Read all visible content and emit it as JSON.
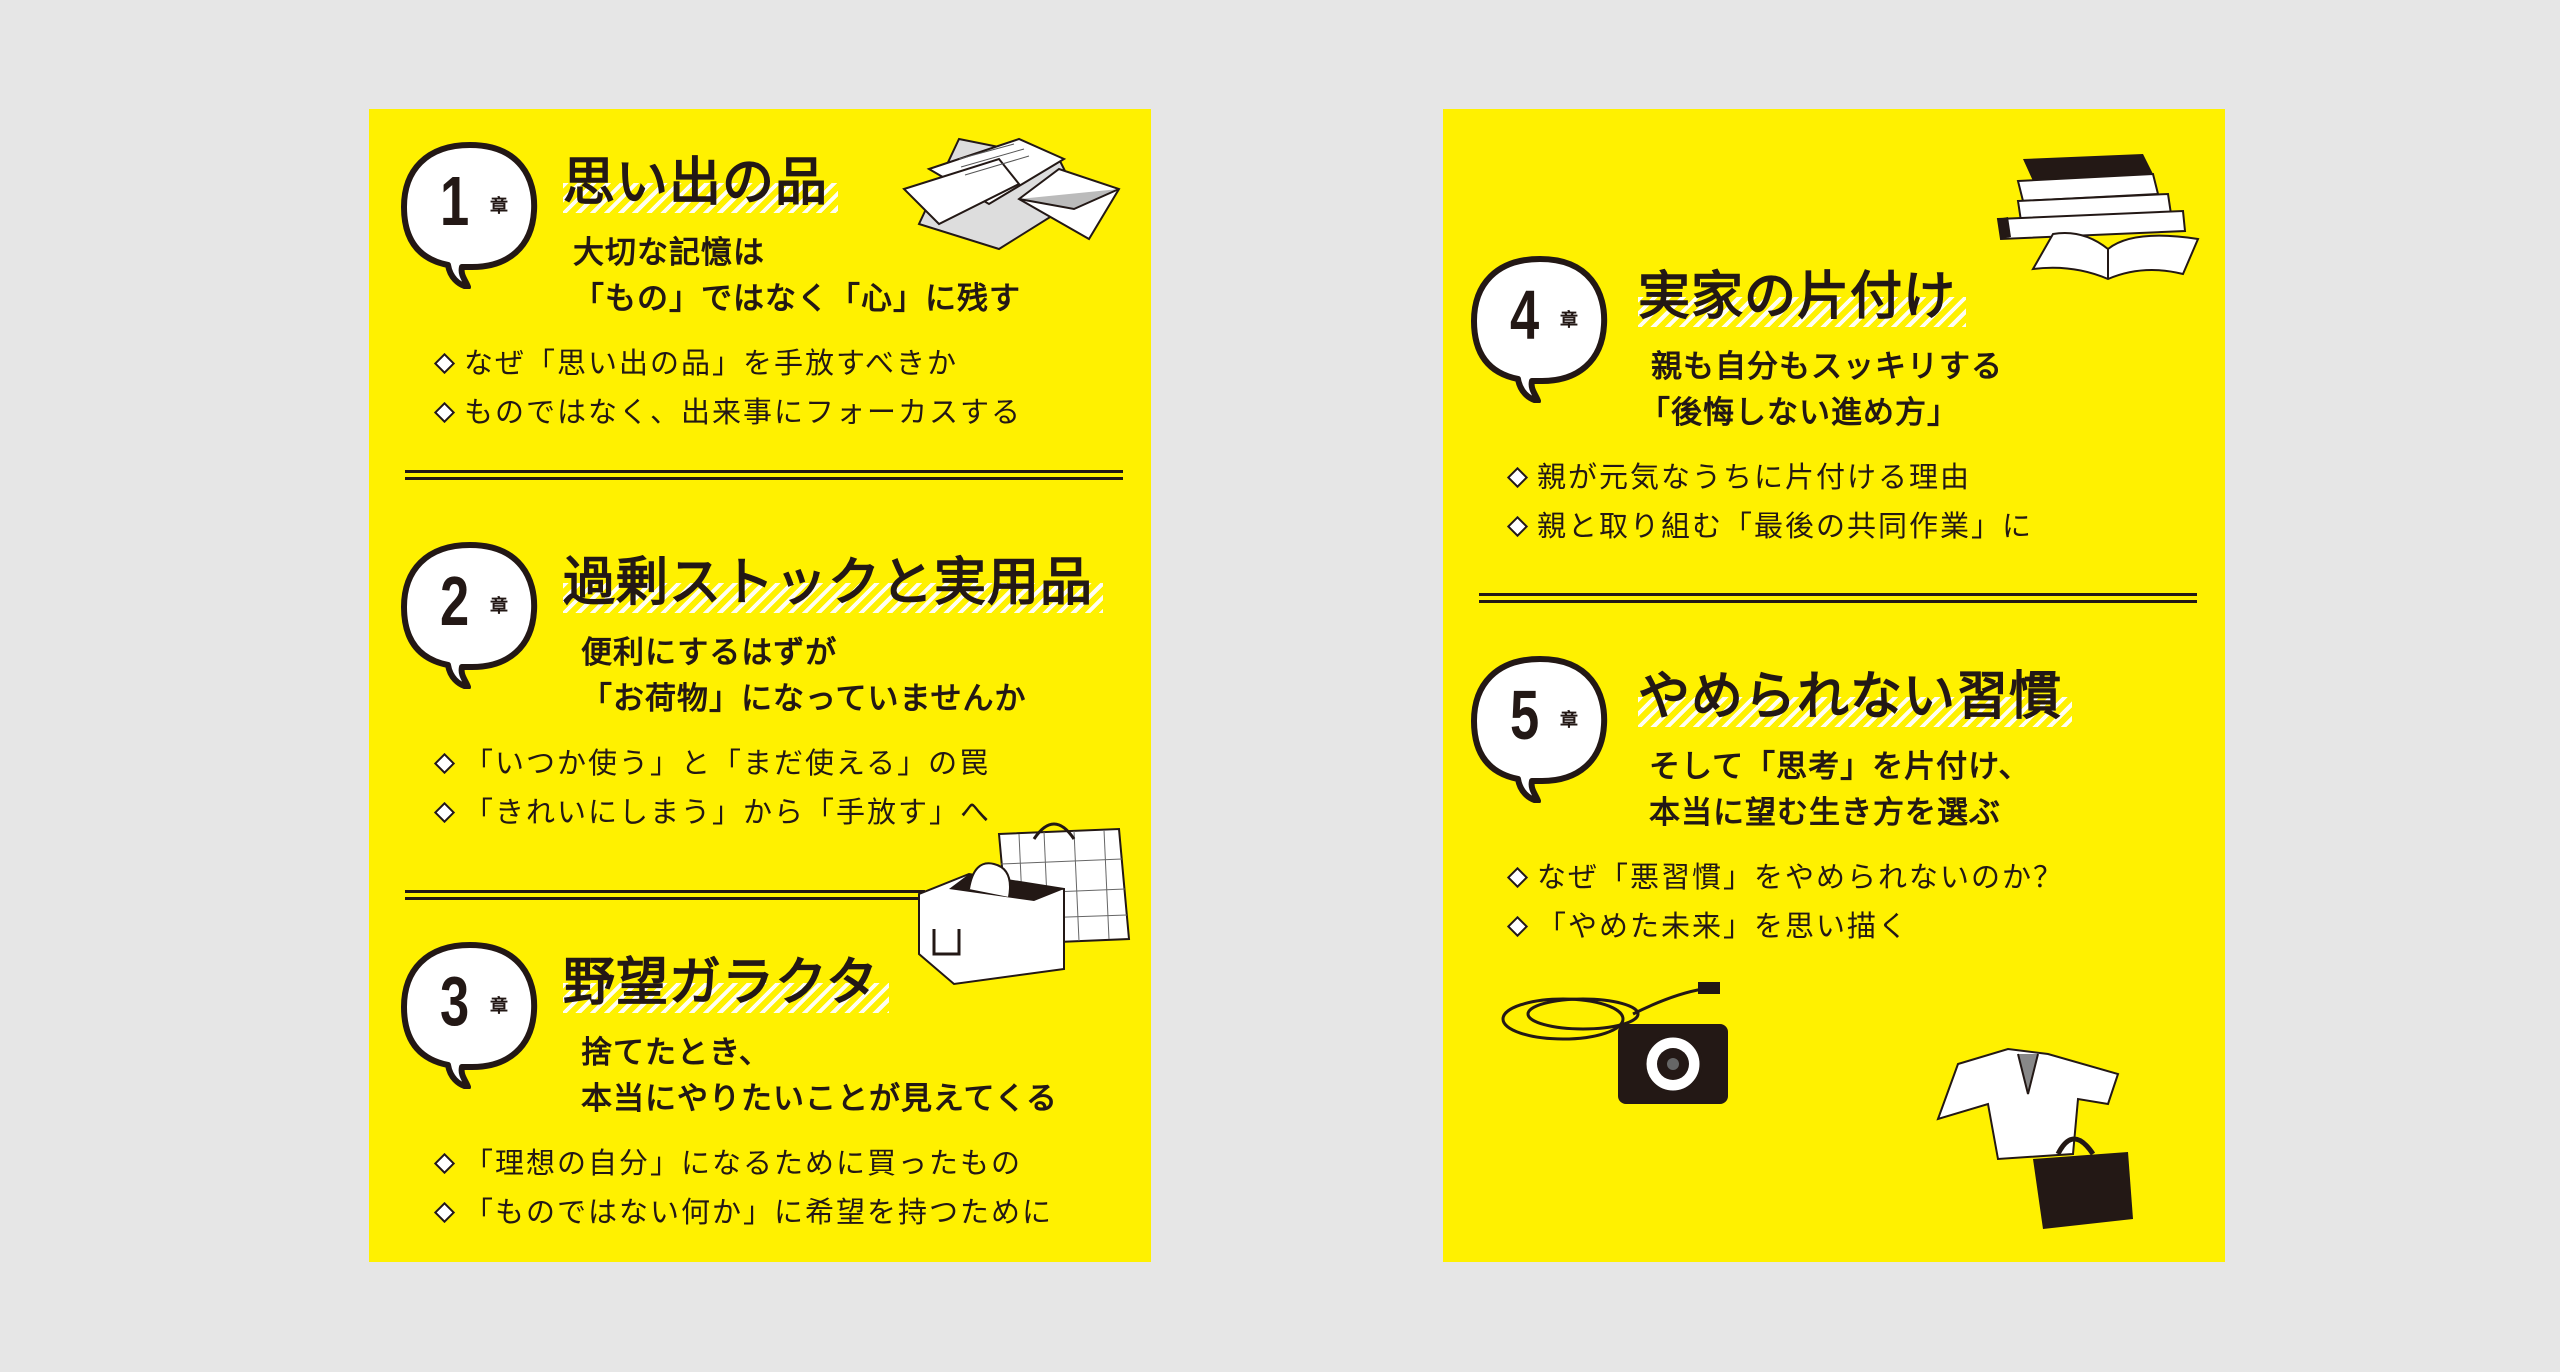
{
  "colors": {
    "background": "#e6e6e6",
    "panel": "#fff100",
    "ink": "#231815"
  },
  "chapter_suffix": "章",
  "panels": [
    {
      "chapters": [
        {
          "number": "1",
          "title": "思い出の品",
          "subtitle": [
            "大切な記憶は",
            "「もの」ではなく「心」に残す"
          ],
          "bullets": [
            "なぜ「思い出の品」を手放すべきか",
            "ものではなく、出来事にフォーカスする"
          ]
        },
        {
          "number": "2",
          "title": "過剰ストックと実用品",
          "subtitle": [
            "便利にするはずが",
            "「お荷物」になっていませんか"
          ],
          "bullets": [
            "「いつか使う」と「まだ使える」の罠",
            "「きれいにしまう」から「手放す」へ"
          ]
        },
        {
          "number": "3",
          "title": "野望ガラクタ",
          "subtitle": [
            "捨てたとき、",
            "本当にやりたいことが見えてくる"
          ],
          "bullets": [
            "「理想の自分」になるために買ったもの",
            "「ものではない何か」に希望を持つために"
          ]
        }
      ]
    },
    {
      "chapters": [
        {
          "number": "4",
          "title": "実家の片付け",
          "subtitle": [
            "親も自分もスッキリする",
            "「後悔しない進め方」"
          ],
          "bullets": [
            "親が元気なうちに片付ける理由",
            "親と取り組む「最後の共同作業」に"
          ]
        },
        {
          "number": "5",
          "title": "やめられない習慣",
          "subtitle": [
            "そして「思考」を片付け、",
            "本当に望む生き方を選ぶ"
          ],
          "bullets": [
            "なぜ「悪習慣」をやめられないのか？",
            "「やめた未来」を思い描く"
          ]
        }
      ]
    }
  ]
}
